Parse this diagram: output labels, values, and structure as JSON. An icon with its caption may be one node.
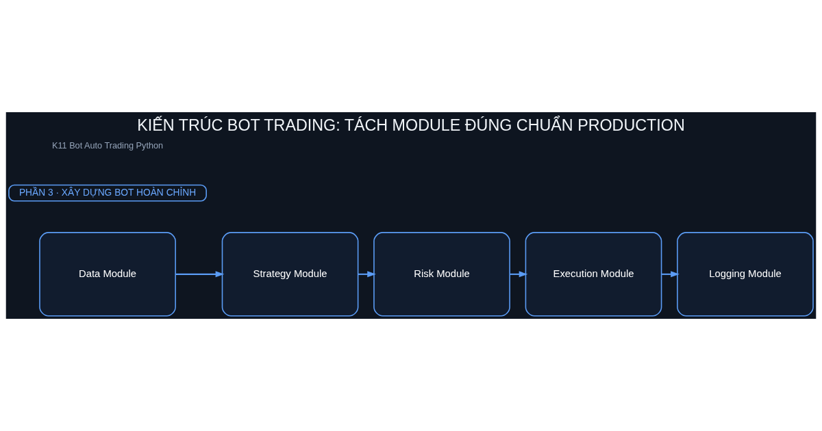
{
  "diagram": {
    "title": "KIẾN TRÚC BOT TRADING: TÁCH MODULE ĐÚNG CHUẨN PRODUCTION",
    "nodes": [
      {
        "text": [
          "Data Module"
        ]
      },
      {
        "text": [
          "Strategy Module"
        ]
      },
      {
        "text": [
          "Risk Module"
        ]
      },
      {
        "text": [
          "Execution Module"
        ]
      },
      {
        "text": [
          "Logging Module"
        ]
      }
    ],
    "edges": [
      {
        "from": 0,
        "to": 1,
        "arrow": "to"
      },
      {
        "from": 1,
        "to": 2,
        "arrow": "to"
      },
      {
        "from": 2,
        "to": 3,
        "arrow": "to"
      },
      {
        "from": 3,
        "to": 4,
        "arrow": "to"
      }
    ],
    "labels": [
      "PHẦN 3 · XÂY DỰNG BOT HOÀN CHỈNH",
      "K11 Bot Auto Trading Python"
    ]
  }
}
